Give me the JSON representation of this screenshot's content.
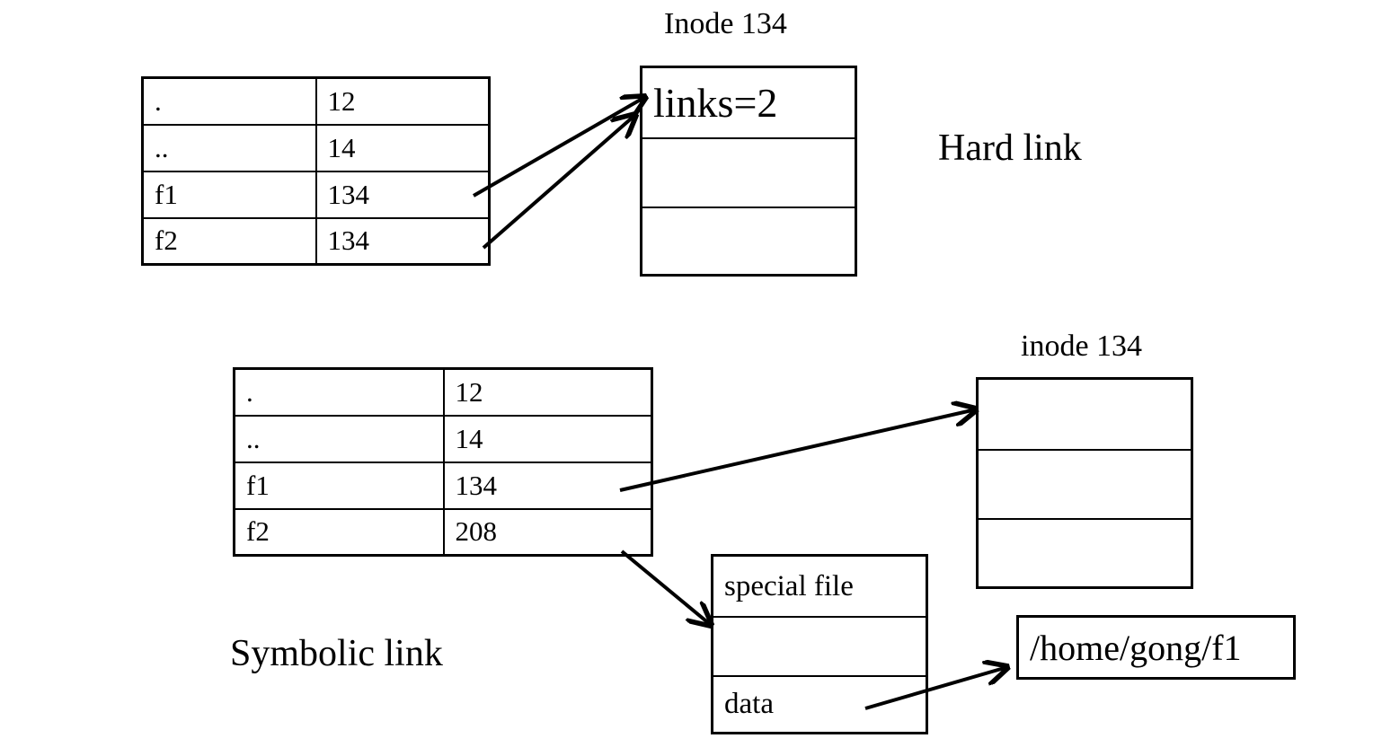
{
  "hard_link": {
    "inode_caption": "Inode 134",
    "section_label": "Hard link",
    "directory": [
      {
        "name": ".",
        "inode": "12"
      },
      {
        "name": "..",
        "inode": "14"
      },
      {
        "name": "f1",
        "inode": "134"
      },
      {
        "name": "f2",
        "inode": "134"
      }
    ],
    "inode_rows": [
      "links=2",
      "",
      ""
    ]
  },
  "symbolic_link": {
    "inode_caption": "inode 134",
    "section_label": "Symbolic link",
    "directory": [
      {
        "name": ".",
        "inode": "12"
      },
      {
        "name": "..",
        "inode": "14"
      },
      {
        "name": "f1",
        "inode": "134"
      },
      {
        "name": "f2",
        "inode": "208"
      }
    ],
    "inode_rows": [
      "",
      "",
      ""
    ],
    "special_file_rows": [
      "special file",
      "",
      "data"
    ],
    "path": "/home/gong/f1"
  }
}
